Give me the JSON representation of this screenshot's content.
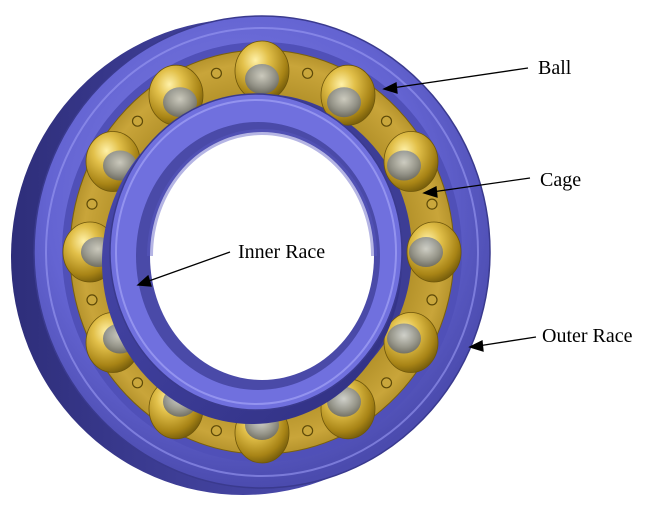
{
  "labels": {
    "ball": "Ball",
    "cage": "Cage",
    "inner_race": "Inner Race",
    "outer_race": "Outer Race"
  },
  "colors": {
    "race": "#6666d6",
    "race_dark": "#3a3a8e",
    "race_light": "#8c8cf0",
    "cage": "#b8962a",
    "ball_gold": "#d4b23c",
    "ball_grey": "#8a8f96",
    "background": "#ffffff"
  }
}
